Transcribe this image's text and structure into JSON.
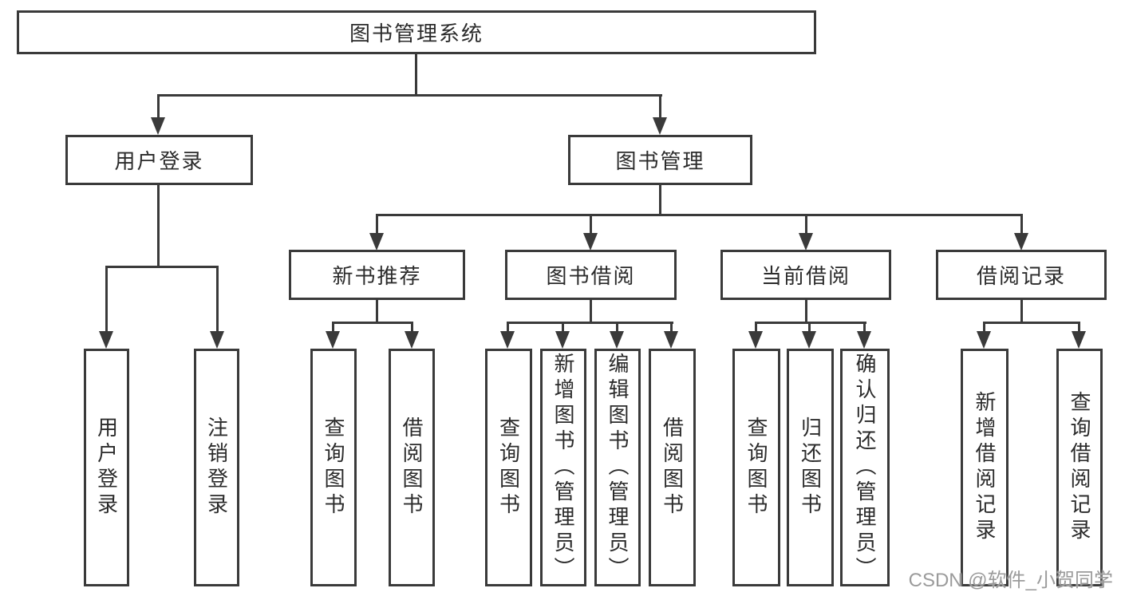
{
  "diagram": {
    "root": "图书管理系统",
    "level2": [
      "用户登录",
      "图书管理"
    ],
    "level3": [
      "新书推荐",
      "图书借阅",
      "当前借阅",
      "借阅记录"
    ],
    "leaves": [
      "用户登录",
      "注销登录",
      "查询图书",
      "借阅图书",
      "查询图书",
      "新增图书（管理员）",
      "编辑图书（管理员）",
      "借阅图书",
      "查询图书",
      "归还图书",
      "确认归还（管理员）",
      "新增借阅记录",
      "查询借阅记录"
    ]
  },
  "watermark": "CSDN @软件_小贺同学",
  "colors": {
    "line": "#3a3a3a",
    "text": "#2b2b2b",
    "watermark": "#9b9b9b",
    "background": "#ffffff"
  }
}
